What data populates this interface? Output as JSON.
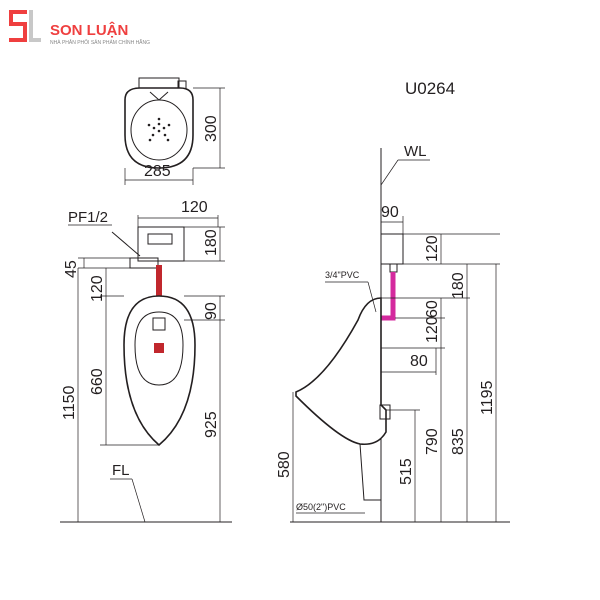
{
  "brand": {
    "name": "SON LUẬN",
    "tagline": "NHÀ PHÂN PHỐI SẢN PHẨM CHÍNH HÃNG",
    "color": "#ef3f3f"
  },
  "model": "U0264",
  "top_view": {
    "width": "285",
    "depth": "300"
  },
  "front_view": {
    "label_pf": "PF1/2",
    "label_fl": "FL",
    "dim_120_top": "120",
    "dim_180": "180",
    "dim_45": "45",
    "dim_120_left": "120",
    "dim_90": "90",
    "dim_660": "660",
    "dim_1150": "1150",
    "dim_925": "925"
  },
  "side_view": {
    "label_wl": "WL",
    "label_pvc_supply": "3/4\"PVC",
    "label_pvc_drain": "Ø50(2\")PVC",
    "dim_90": "90",
    "dim_120_a": "120",
    "dim_180": "180",
    "dim_60": "60",
    "dim_120_b": "120",
    "dim_80": "80",
    "dim_580": "580",
    "dim_515": "515",
    "dim_790": "790",
    "dim_835": "835",
    "dim_1195": "1195"
  },
  "colors": {
    "line": "#231f20",
    "pipe_red": "#c1272d",
    "pipe_magenta": "#d42a9e"
  }
}
